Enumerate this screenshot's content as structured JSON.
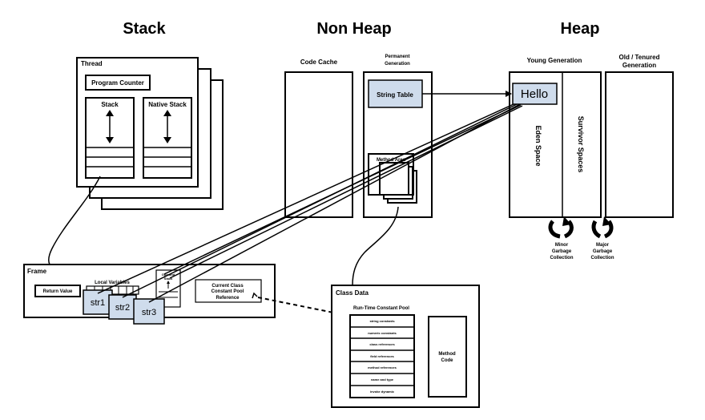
{
  "headings": {
    "stack": "Stack",
    "non_heap": "Non Heap",
    "heap": "Heap"
  },
  "thread": {
    "title": "Thread",
    "program_counter": "Program Counter",
    "stack": "Stack",
    "native_stack": "Native Stack"
  },
  "non_heap": {
    "code_cache": "Code Cache",
    "permanent_generation": [
      "Permanent",
      "Generation"
    ],
    "string_table": "String Table",
    "method_area": "Method Area"
  },
  "heap": {
    "young_generation": "Young Generation",
    "old_generation": [
      "Old / Tenured",
      "Generation"
    ],
    "hello": "Hello",
    "eden_space": "Eden Space",
    "survivor_spaces": "Survivor Spaces",
    "minor_gc": [
      "Minor",
      "Garbage",
      "Collection"
    ],
    "major_gc": [
      "Major",
      "Garbage",
      "Collection"
    ]
  },
  "frame": {
    "title": "Frame",
    "return_value": "Return Value",
    "local_variables": "Local Variables",
    "operand_stack": [
      "Operand",
      "Stack"
    ],
    "constant_pool_ref": [
      "Current Class",
      "Constant Pool",
      "Reference"
    ],
    "str1": "str1",
    "str2": "str2",
    "str3": "str3"
  },
  "class_data": {
    "title": "Class Data",
    "pool_title": "Run-Time Constant Pool",
    "pool_items": [
      "string constants",
      "numeric constants",
      "class references",
      "field references",
      "method references",
      "name and type",
      "invoke dynamic"
    ],
    "method_code": [
      "Method",
      "Code"
    ]
  }
}
